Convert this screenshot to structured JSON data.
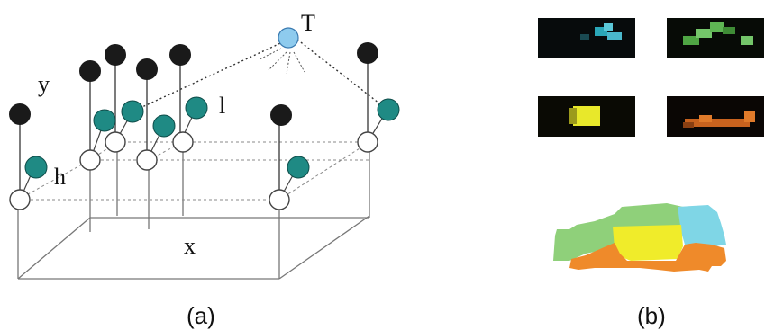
{
  "panel_a": {
    "caption": "(a)",
    "labels": {
      "y": "y",
      "h": "h",
      "l": "l",
      "x": "x",
      "T": "T"
    },
    "colors": {
      "top": "#1a1a1a",
      "teal": "#1f8a84",
      "bottom": "#ffffff",
      "target": "#8ecbee",
      "line": "#666666"
    }
  },
  "panel_b": {
    "caption": "(b)",
    "patch_colors": [
      "#5bc8d8",
      "#74c66a",
      "#e8e82a",
      "#e07a2a"
    ],
    "composite_colors": {
      "green": "#8fd07a",
      "yellow": "#f0ec2a",
      "cyan": "#7fd6e6",
      "orange": "#ef8a2a"
    }
  }
}
